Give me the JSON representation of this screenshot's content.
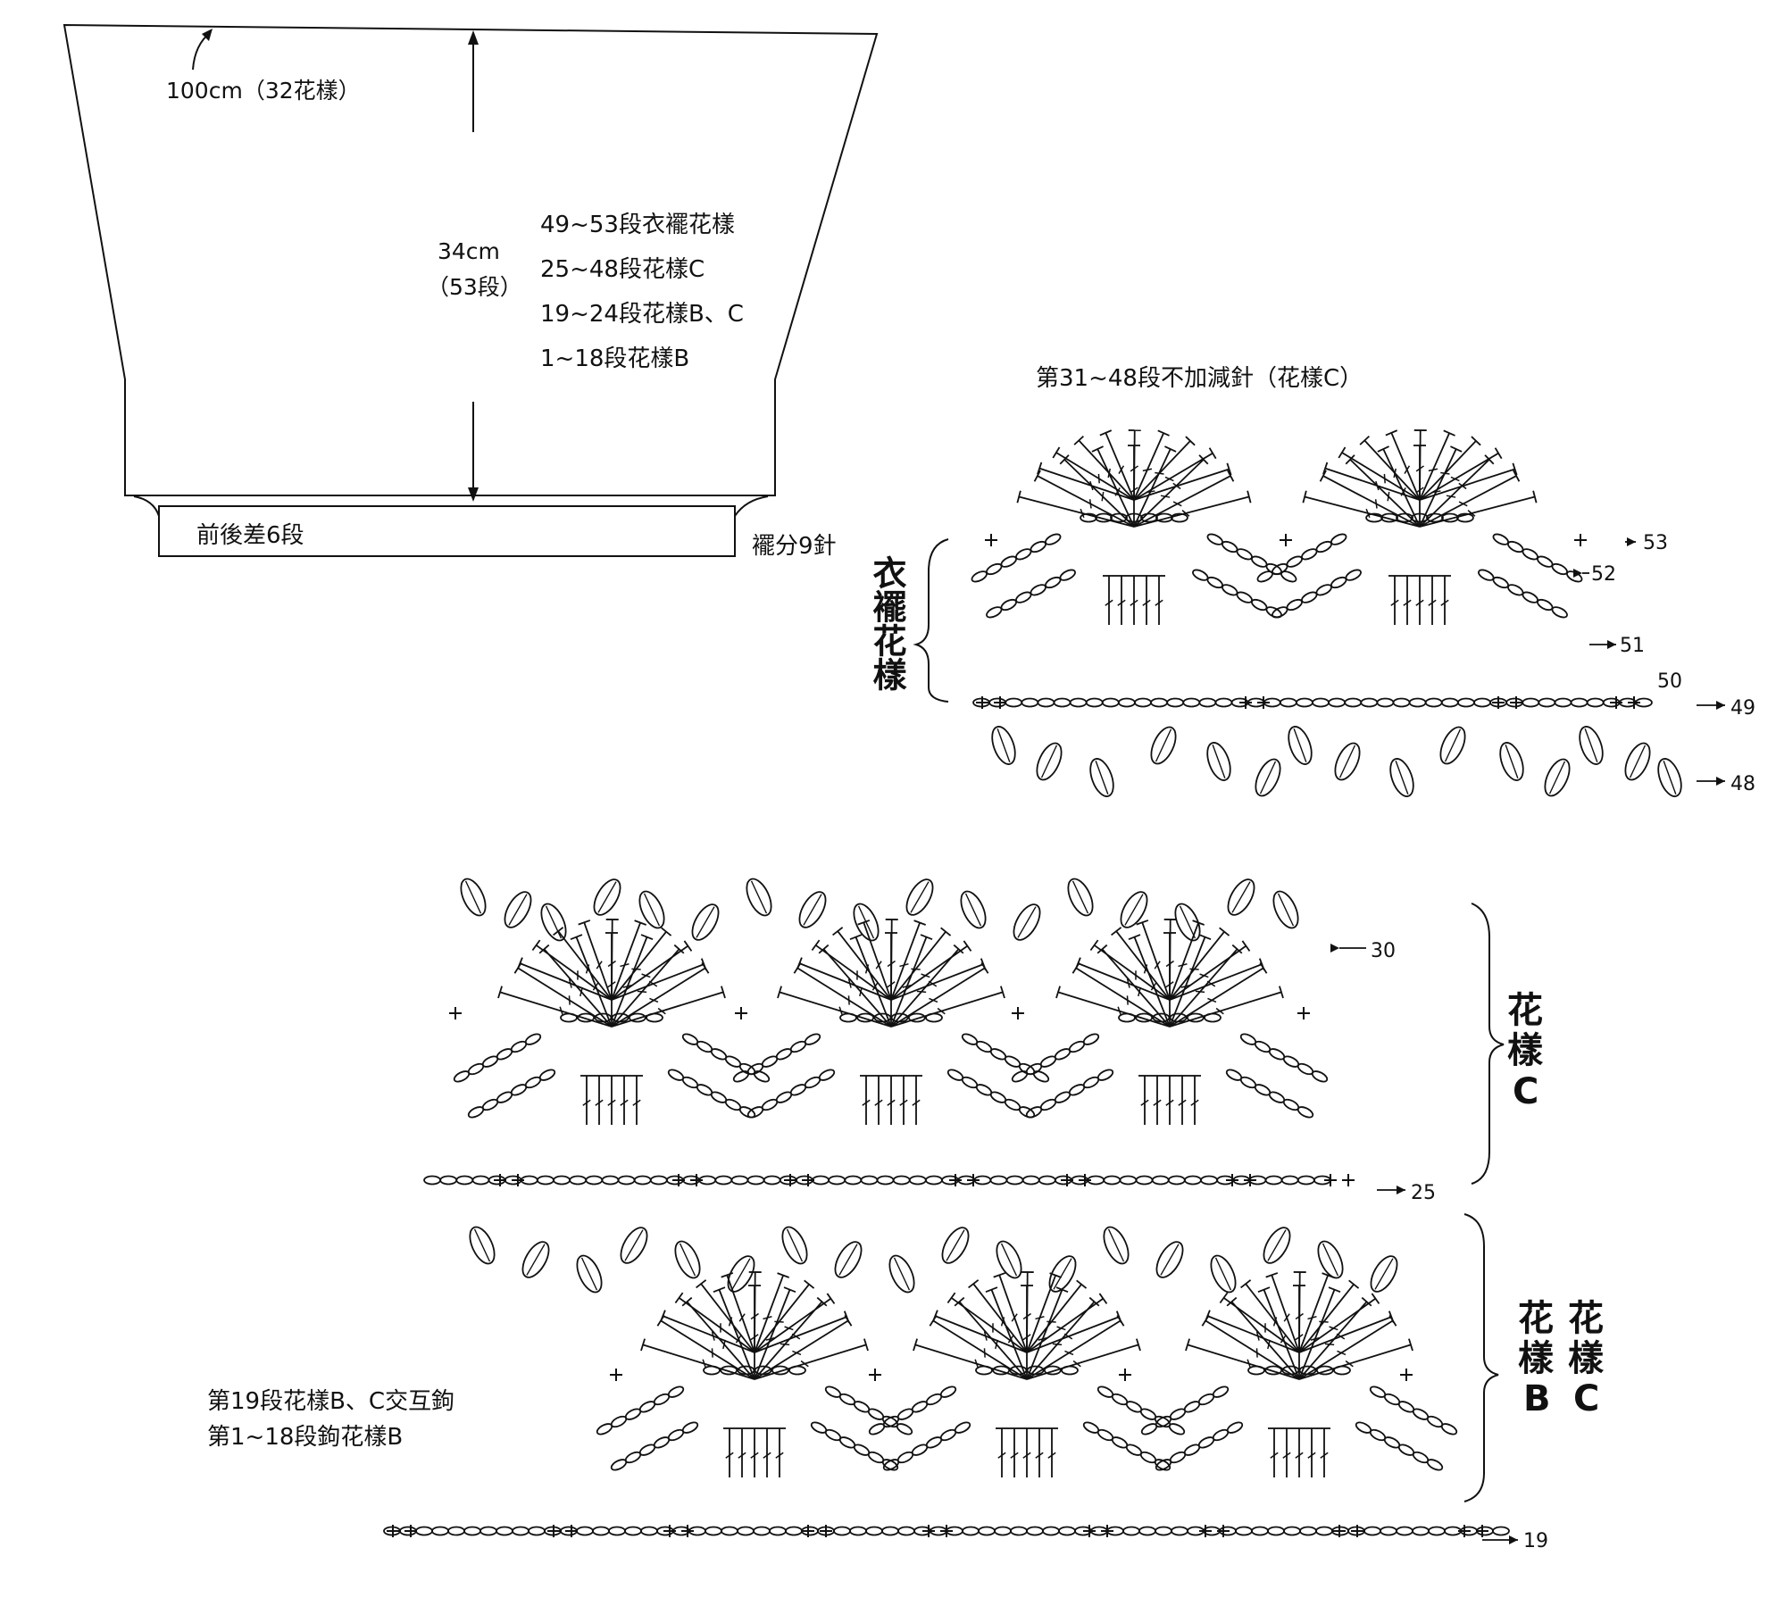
{
  "garment": {
    "width_label": "100cm（32花樣）",
    "height_label": "34cm",
    "rows_label": "（53段）",
    "sections": [
      "49~53段衣襬花樣",
      "25~48段花樣C",
      "19~24段花樣B、C",
      "1~18段花樣B"
    ],
    "hem_note": "前後差6段",
    "slit_note": "襬分9針"
  },
  "chart_top": {
    "heading": "第31~48段不加減針（花樣C）",
    "side_label": "衣襬花樣",
    "row_labels": [
      "53",
      "52",
      "51",
      "50",
      "49",
      "48"
    ]
  },
  "chart_middle": {
    "side_label_lines": [
      "花",
      "樣",
      "C"
    ],
    "row_labels": [
      "30",
      "25"
    ]
  },
  "chart_bottom": {
    "side_label_b": [
      "花",
      "樣",
      "B"
    ],
    "side_label_c": [
      "花",
      "樣",
      "C"
    ],
    "row_labels": [
      "19"
    ],
    "note_line1": "第19段花樣B、C交互鉤",
    "note_line2": "第1~18段鉤花樣B"
  }
}
